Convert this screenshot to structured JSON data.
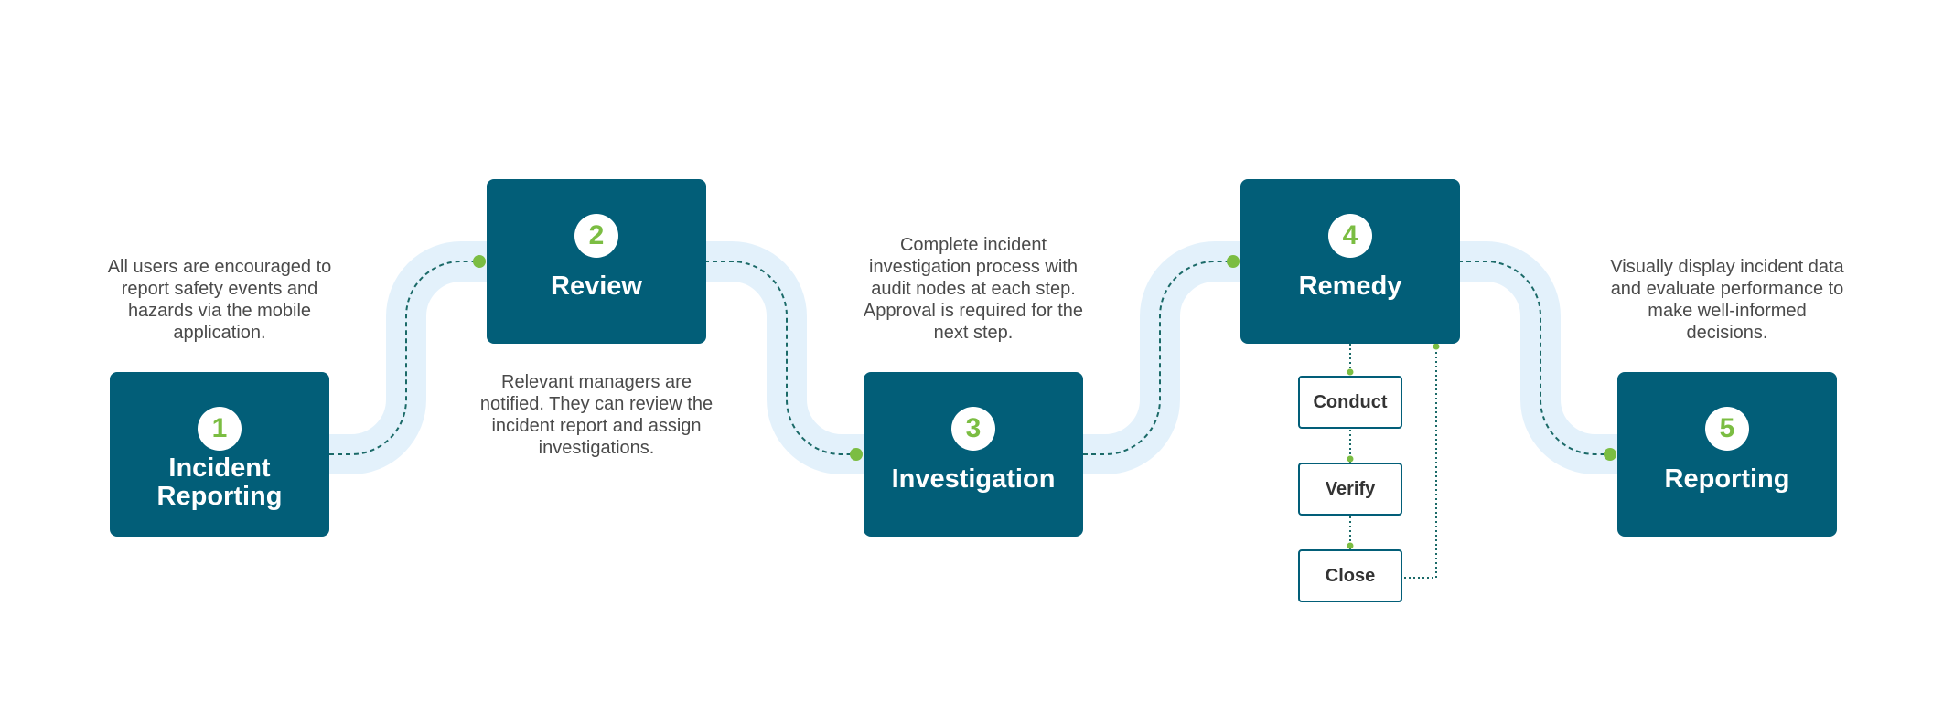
{
  "colors": {
    "step_fill": "#025e78",
    "badge_number": "#7bbd42",
    "track": "#e3f1fb",
    "connector_dot": "#7bbd42",
    "connector_line": "#1b6a68",
    "description_text": "#4a4a4a"
  },
  "steps": [
    {
      "number": "1",
      "title": "Incident Reporting",
      "description": "All users are encouraged to report safety events and hazards via the mobile application."
    },
    {
      "number": "2",
      "title": "Review",
      "description": "Relevant managers are notified. They can review the incident report and assign investigations."
    },
    {
      "number": "3",
      "title": "Investigation",
      "description": "Complete incident investigation process with audit nodes at each step. Approval is required for the next step."
    },
    {
      "number": "4",
      "title": "Remedy",
      "substeps": [
        "Conduct",
        "Verify",
        "Close"
      ]
    },
    {
      "number": "5",
      "title": "Reporting",
      "description": "Visually display incident data and evaluate performance to make well-informed decisions."
    }
  ]
}
